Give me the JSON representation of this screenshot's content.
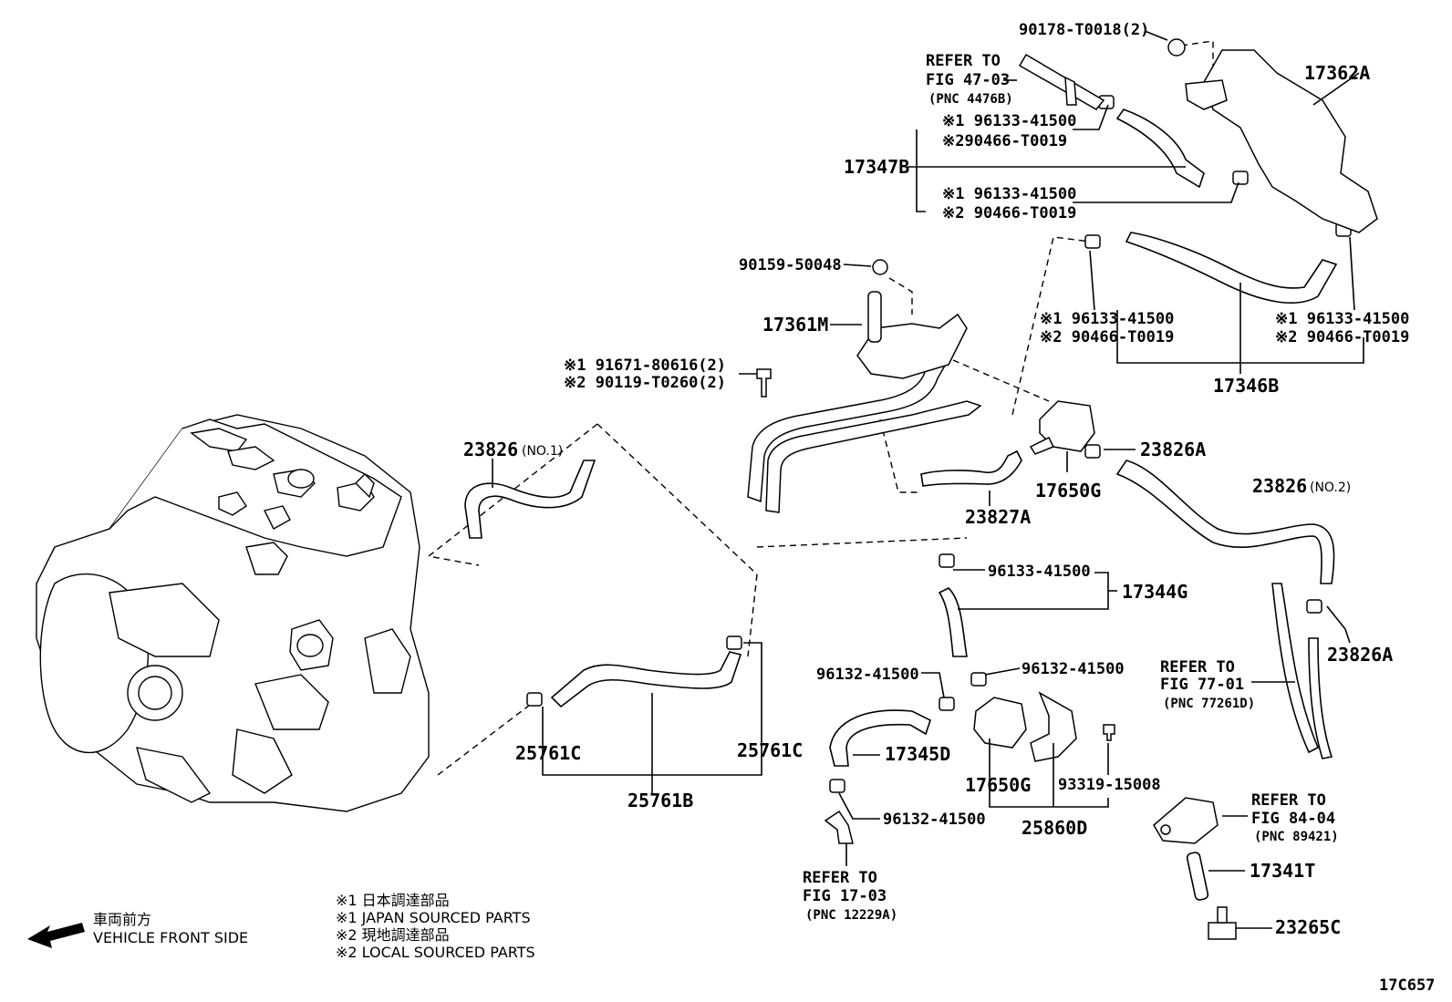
{
  "labels": {
    "p90178": "90178-T0018(2)",
    "refer47_a": "REFER TO",
    "refer47_b": "FIG 47-03",
    "refer47_c": "(PNC 4476B)",
    "p17362A": "17362A",
    "n1a": "※1 96133-41500",
    "n2a": "※290466-T0019",
    "p17347B": "17347B",
    "n1b": "※1 96133-41500",
    "n2b": "※2 90466-T0019",
    "p90159": "90159-50048",
    "p17361M": "17361M",
    "n1c": "※1 96133-41500",
    "n2c": "※2 90466-T0019",
    "n1d": "※1 96133-41500",
    "n2d": "※2 90466-T0019",
    "p17346B": "17346B",
    "b1": "※1 91671-80616(2)",
    "b2": "※2 90119-T0260(2)",
    "p23826_1": "23826",
    "p23826_1s": "(NO.1)",
    "p23826A_a": "23826A",
    "p17650G_a": "17650G",
    "p23826_2": "23826",
    "p23826_2s": "(NO.2)",
    "p23827A": "23827A",
    "p96133": "96133-41500",
    "p17344G": "17344G",
    "p23826A_b": "23826A",
    "refer77_a": "REFER TO",
    "refer77_b": "FIG 77-01",
    "refer77_c": "(PNC 77261D)",
    "p96132_a": "96132-41500",
    "p96132_b": "96132-41500",
    "p17345D": "17345D",
    "p25761C_a": "25761C",
    "p25761C_b": "25761C",
    "p25761B": "25761B",
    "p17650G_b": "17650G",
    "p93319": "93319-15008",
    "p25860D": "25860D",
    "p96132_c": "96132-41500",
    "refer84_a": "REFER TO",
    "refer84_b": "FIG 84-04",
    "refer84_c": "(PNC 89421)",
    "p17341T": "17341T",
    "p23265C": "23265C",
    "refer17_a": "REFER TO",
    "refer17_b": "FIG 17-03",
    "refer17_c": "(PNC 12229A)",
    "legend1": "※1  日本調達部品",
    "legend2": "※1  JAPAN SOURCED PARTS",
    "legend3": "※2  現地調達部品",
    "legend4": "※2  LOCAL SOURCED PARTS",
    "front_jp": "車両前方",
    "front_en": "VEHICLE FRONT SIDE",
    "fig_code": "17C657"
  }
}
